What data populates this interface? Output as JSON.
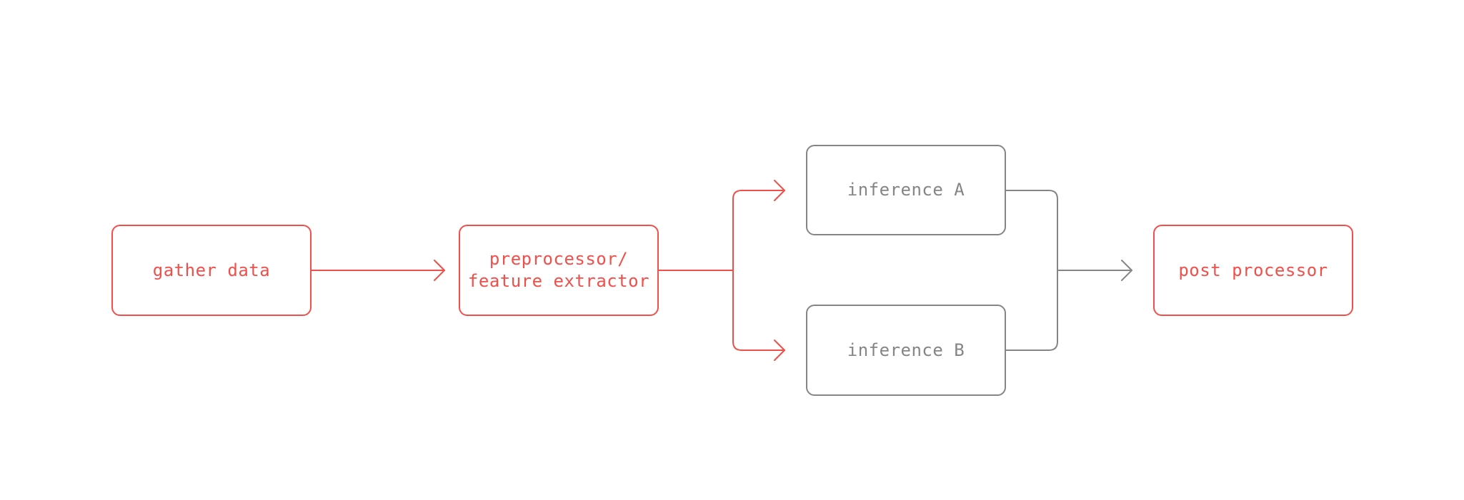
{
  "diagram": {
    "colors": {
      "highlight": "#f24e4a",
      "neutral": "#858585",
      "background": "#ffffff"
    },
    "nodes": {
      "gather": {
        "label": "gather data"
      },
      "preprocessor": {
        "line1": "preprocessor/",
        "line2": "feature extractor"
      },
      "inference_a": {
        "label": "inference A"
      },
      "inference_b": {
        "label": "inference B"
      },
      "post": {
        "label": "post processor"
      }
    },
    "edges": [
      {
        "from": "gather data",
        "to": "preprocessor/feature extractor",
        "style": "highlight"
      },
      {
        "from": "preprocessor/feature extractor",
        "to": "inference A",
        "style": "highlight"
      },
      {
        "from": "preprocessor/feature extractor",
        "to": "inference B",
        "style": "highlight"
      },
      {
        "from": "inference A",
        "to": "post processor",
        "style": "neutral"
      },
      {
        "from": "inference B",
        "to": "post processor",
        "style": "neutral"
      }
    ]
  }
}
